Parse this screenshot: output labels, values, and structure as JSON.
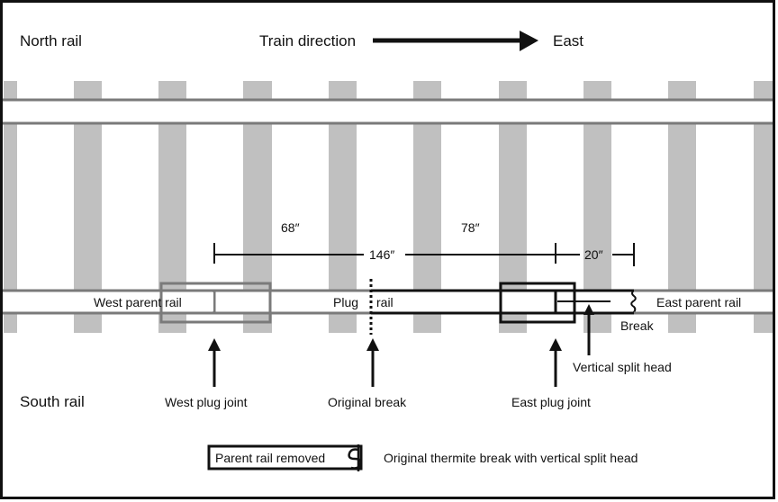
{
  "labels": {
    "north_rail": "North rail",
    "train_direction": "Train direction",
    "east": "East",
    "south_rail": "South rail",
    "dim_68": "68″",
    "dim_78": "78″",
    "dim_146": "146″",
    "dim_20": "20″",
    "west_parent_rail": "West parent rail",
    "plug": "Plug",
    "rail": "rail",
    "east_parent_rail": "East parent rail",
    "break": "Break",
    "vertical_split_head": "Vertical split head",
    "west_plug_joint": "West plug joint",
    "original_break": "Original break",
    "east_plug_joint": "East plug joint"
  },
  "legend": {
    "parent_rail_removed": "Parent rail removed",
    "thermite_break": "Original thermite break with vertical split head"
  },
  "colors": {
    "tie": "#c0c0c0",
    "rail_gray": "#7a7a7a",
    "ink": "#111111"
  }
}
